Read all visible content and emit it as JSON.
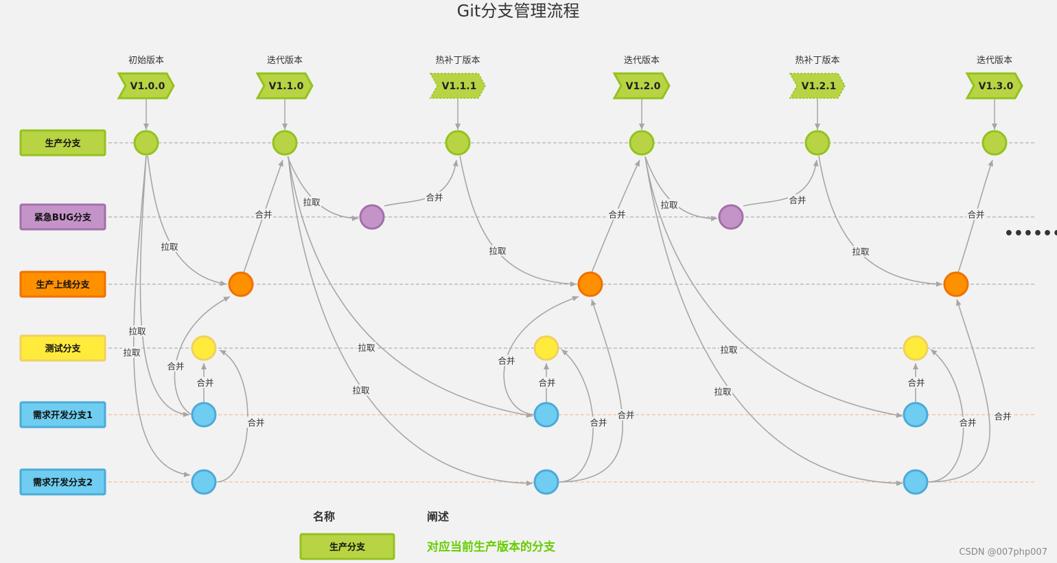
{
  "title": "Git分支管理流程",
  "colors": {
    "green": "#b8d444",
    "green_stroke": "#93c21d",
    "purple": "#c494c8",
    "purple_stroke": "#a070a8",
    "orange": "#ff9000",
    "orange_stroke": "#f07000",
    "yellow": "#ffeb3b",
    "yellow_stroke": "#f0d060",
    "blue": "#6ecdf0",
    "blue_stroke": "#4aaad8",
    "line": "#a6a6a6",
    "lane_gray": "#a0a0a0",
    "lane_orange": "#f5b080"
  },
  "versions": [
    {
      "caption": "初始版本",
      "label": "V1.0.0",
      "hotfix": false
    },
    {
      "caption": "迭代版本",
      "label": "V1.1.0",
      "hotfix": false
    },
    {
      "caption": "热补丁版本",
      "label": "V1.1.1",
      "hotfix": true
    },
    {
      "caption": "迭代版本",
      "label": "V1.2.0",
      "hotfix": false
    },
    {
      "caption": "热补丁版本",
      "label": "V1.2.1",
      "hotfix": true
    },
    {
      "caption": "迭代版本",
      "label": "V1.3.0",
      "hotfix": false
    }
  ],
  "lanes": [
    {
      "key": "prod",
      "label": "生产分支",
      "color": "green"
    },
    {
      "key": "bug",
      "label": "紧急BUG分支",
      "color": "purple"
    },
    {
      "key": "release",
      "label": "生产上线分支",
      "color": "orange"
    },
    {
      "key": "test",
      "label": "测试分支",
      "color": "yellow"
    },
    {
      "key": "dev1",
      "label": "需求开发分支1",
      "color": "blue"
    },
    {
      "key": "dev2",
      "label": "需求开发分支2",
      "color": "blue"
    }
  ],
  "edge_labels": {
    "pull": "拉取",
    "merge": "合并"
  },
  "ellipsis": "••••••",
  "legend": {
    "name_header": "名称",
    "desc_header": "阐述",
    "item_label": "生产分支",
    "item_desc": "对应当前生产版本的分支"
  },
  "watermark": "CSDN @007php007"
}
